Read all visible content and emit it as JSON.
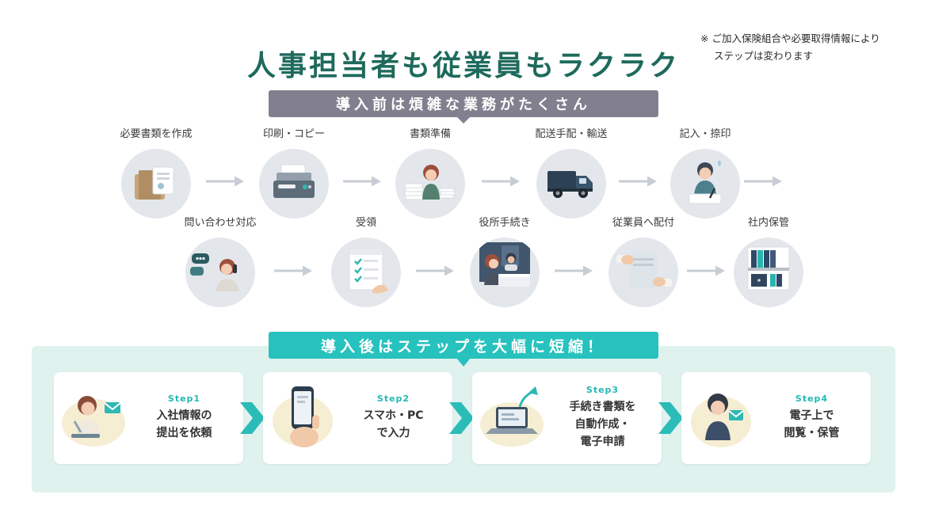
{
  "page": {
    "title": "人事担当者も従業員もラクラク",
    "note_line1": "※ ご加入保険組合や必要取得情報により",
    "note_line2": "ステップは変わります"
  },
  "before": {
    "banner": "導入前は煩雑な業務がたくさん",
    "row1": [
      {
        "label": "必要書類を作成",
        "icon": "documents-icon"
      },
      {
        "label": "印刷・コピー",
        "icon": "copier-icon"
      },
      {
        "label": "書類準備",
        "icon": "paper-stack-icon"
      },
      {
        "label": "配送手配・輸送",
        "icon": "truck-icon"
      },
      {
        "label": "記入・捺印",
        "icon": "writing-icon"
      }
    ],
    "row2": [
      {
        "label": "問い合わせ対応",
        "icon": "inquiry-icon"
      },
      {
        "label": "受領",
        "icon": "checklist-icon"
      },
      {
        "label": "役所手続き",
        "icon": "counter-icon"
      },
      {
        "label": "従業員へ配付",
        "icon": "handout-icon"
      },
      {
        "label": "社内保管",
        "icon": "shelf-icon"
      }
    ]
  },
  "after": {
    "banner": "導入後はステップを大幅に短縮！",
    "steps": [
      {
        "step": "Step1",
        "lines": [
          "入社情報の",
          "提出を依頼"
        ],
        "icon": "request-info-illustration-icon"
      },
      {
        "step": "Step2",
        "lines": [
          "スマホ・PC",
          "で入力"
        ],
        "icon": "phone-input-illustration-icon"
      },
      {
        "step": "Step3",
        "lines": [
          "手続き書類を",
          "自動作成・",
          "電子申請"
        ],
        "icon": "auto-create-illustration-icon"
      },
      {
        "step": "Step4",
        "lines": [
          "電子上で",
          "閲覧・保管"
        ],
        "icon": "view-store-illustration-icon"
      }
    ]
  },
  "colors": {
    "title": "#1e6a5c",
    "before_banner_bg": "#82808e",
    "after_banner_bg": "#27c2be",
    "accent_teal": "#22b8b4",
    "panel_bg": "#dff2ee",
    "circle_bg": "#e3e7ec",
    "arrow_gray": "#c7cdd4"
  }
}
